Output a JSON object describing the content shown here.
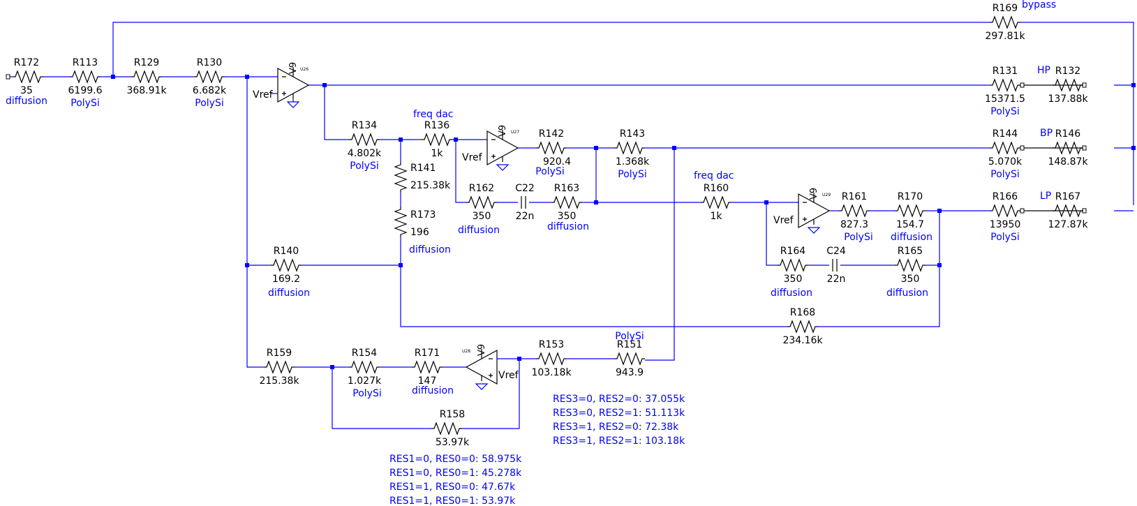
{
  "colors": {
    "wire": "#0000ff",
    "component": "#000000",
    "annotation": "#0000ff",
    "background": "#ffffff"
  },
  "labels": {
    "vref": "Vref",
    "v9": "V9",
    "bypass": "bypass",
    "hp": "HP",
    "bp": "BP",
    "lp": "LP",
    "freq_dac": "freq dac",
    "polysi": "PolySi",
    "diffusion": "diffusion"
  },
  "resistors": {
    "R172": {
      "name": "R172",
      "value": "35",
      "material": "diffusion"
    },
    "R113": {
      "name": "R113",
      "value": "6199.6",
      "material": "PolySi"
    },
    "R129": {
      "name": "R129",
      "value": "368.91k",
      "material": ""
    },
    "R130": {
      "name": "R130",
      "value": "6.682k",
      "material": "PolySi"
    },
    "R169": {
      "name": "R169",
      "value": "297.81k",
      "material": ""
    },
    "R131": {
      "name": "R131",
      "value": "15371.5",
      "material": "PolySi"
    },
    "R132": {
      "name": "R132",
      "value": "137.88k",
      "material": ""
    },
    "R134": {
      "name": "R134",
      "value": "4.802k",
      "material": "PolySi"
    },
    "R136": {
      "name": "R136",
      "value": "1k",
      "material": ""
    },
    "R142": {
      "name": "R142",
      "value": "920.4",
      "material": "PolySi"
    },
    "R143": {
      "name": "R143",
      "value": "1.368k",
      "material": "PolySi"
    },
    "R144": {
      "name": "R144",
      "value": "5.070k",
      "material": "PolySi"
    },
    "R146": {
      "name": "R146",
      "value": "148.87k",
      "material": ""
    },
    "R141": {
      "name": "R141",
      "value": "215.38k",
      "material": ""
    },
    "R173": {
      "name": "R173",
      "value": "196",
      "material": "diffusion"
    },
    "R162": {
      "name": "R162",
      "value": "350",
      "material": "diffusion"
    },
    "R163": {
      "name": "R163",
      "value": "350",
      "material": "diffusion"
    },
    "R160": {
      "name": "R160",
      "value": "1k",
      "material": ""
    },
    "R161": {
      "name": "R161",
      "value": "827.3",
      "material": "PolySi"
    },
    "R170": {
      "name": "R170",
      "value": "154.7",
      "material": "diffusion"
    },
    "R166": {
      "name": "R166",
      "value": "13950",
      "material": "PolySi"
    },
    "R167": {
      "name": "R167",
      "value": "127.87k",
      "material": ""
    },
    "R164": {
      "name": "R164",
      "value": "350",
      "material": "diffusion"
    },
    "R165": {
      "name": "R165",
      "value": "350",
      "material": "diffusion"
    },
    "R140": {
      "name": "R140",
      "value": "169.2",
      "material": "diffusion"
    },
    "R168": {
      "name": "R168",
      "value": "234.16k",
      "material": ""
    },
    "R159": {
      "name": "R159",
      "value": "215.38k",
      "material": ""
    },
    "R154": {
      "name": "R154",
      "value": "1.027k",
      "material": "PolySi"
    },
    "R171": {
      "name": "R171",
      "value": "147",
      "material": "diffusion"
    },
    "R153": {
      "name": "R153",
      "value": "103.18k",
      "material": ""
    },
    "R151": {
      "name": "R151",
      "value": "943.9",
      "material": "PolySi"
    },
    "R158": {
      "name": "R158",
      "value": "53.97k",
      "material": ""
    }
  },
  "capacitors": {
    "C22": {
      "name": "C22",
      "value": "22n"
    },
    "C24": {
      "name": "C24",
      "value": "22n"
    }
  },
  "opamps": {
    "U26": {
      "name": "U26"
    },
    "U27": {
      "name": "U27"
    },
    "U29": {
      "name": "U29"
    },
    "U28": {
      "name": "U28"
    }
  },
  "notes": {
    "res32": [
      "RES3=0, RES2=0: 37.055k",
      "RES3=0, RES2=1: 51.113k",
      "RES3=1, RES2=0: 72.38k",
      "RES3=1, RES2=1: 103.18k"
    ],
    "res10": [
      "RES1=0, RES0=0: 58.975k",
      "RES1=0, RES0=1: 45.278k",
      "RES1=1, RES0=0: 47.67k",
      "RES1=1, RES0=1: 53.97k"
    ]
  }
}
